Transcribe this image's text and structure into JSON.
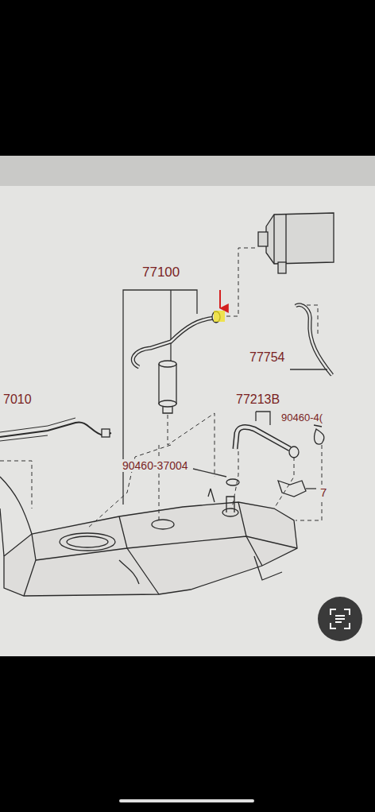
{
  "diagram": {
    "labels": [
      "77100",
      "77754",
      "7010",
      "77213B",
      "90460-4(",
      "90460-37004",
      "7"
    ]
  }
}
